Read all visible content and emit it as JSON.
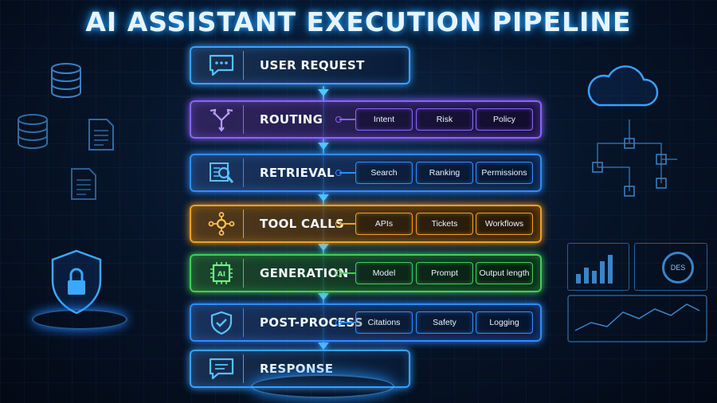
{
  "title": "AI ASSISTANT EXECUTION PIPELINE",
  "stages": [
    {
      "label": "USER REQUEST",
      "icon": "chat-bubble-icon",
      "color": "#3aa0ff",
      "chips": []
    },
    {
      "label": "ROUTING",
      "icon": "routing-arrows-icon",
      "color": "#8a63ff",
      "chips": [
        "Intent",
        "Risk",
        "Policy"
      ]
    },
    {
      "label": "RETRIEVAL",
      "icon": "search-document-icon",
      "color": "#2f8cff",
      "chips": [
        "Search",
        "Ranking",
        "Permissions"
      ]
    },
    {
      "label": "TOOL CALLS",
      "icon": "tool-nodes-icon",
      "color": "#f0a020",
      "chips": [
        "APIs",
        "Tickets",
        "Workflows"
      ]
    },
    {
      "label": "GENERATION",
      "icon": "ai-chip-icon",
      "color": "#3fcf5a",
      "chips": [
        "Model",
        "Prompt",
        "Output length"
      ]
    },
    {
      "label": "POST-PROCESS",
      "icon": "shield-check-icon",
      "color": "#2f8cff",
      "chips": [
        "Citations",
        "Safety",
        "Logging"
      ]
    },
    {
      "label": "RESPONSE",
      "icon": "message-icon",
      "color": "#3aa0ff",
      "chips": []
    }
  ],
  "decor": {
    "chart_ring_text": "DES"
  }
}
